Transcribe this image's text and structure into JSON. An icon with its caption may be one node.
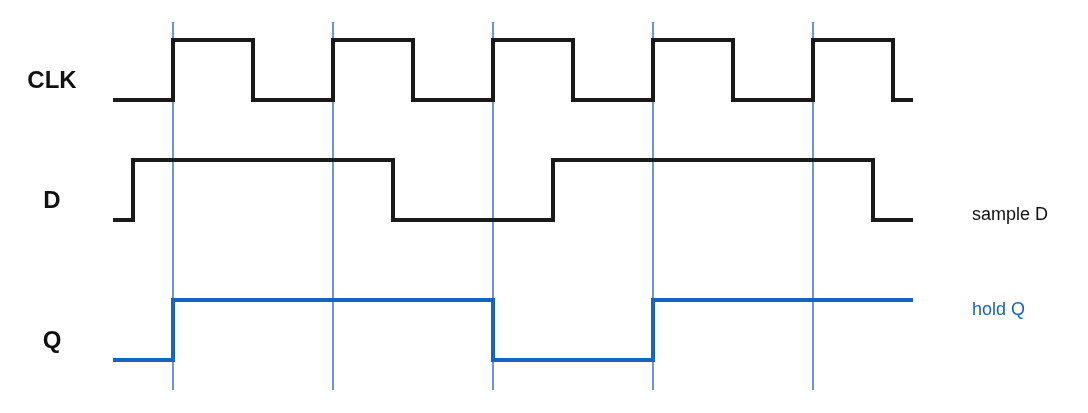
{
  "diagram": {
    "labels": [
      "CLK",
      "D",
      "Q",
      "sample D",
      "hold Q"
    ]
  }
}
